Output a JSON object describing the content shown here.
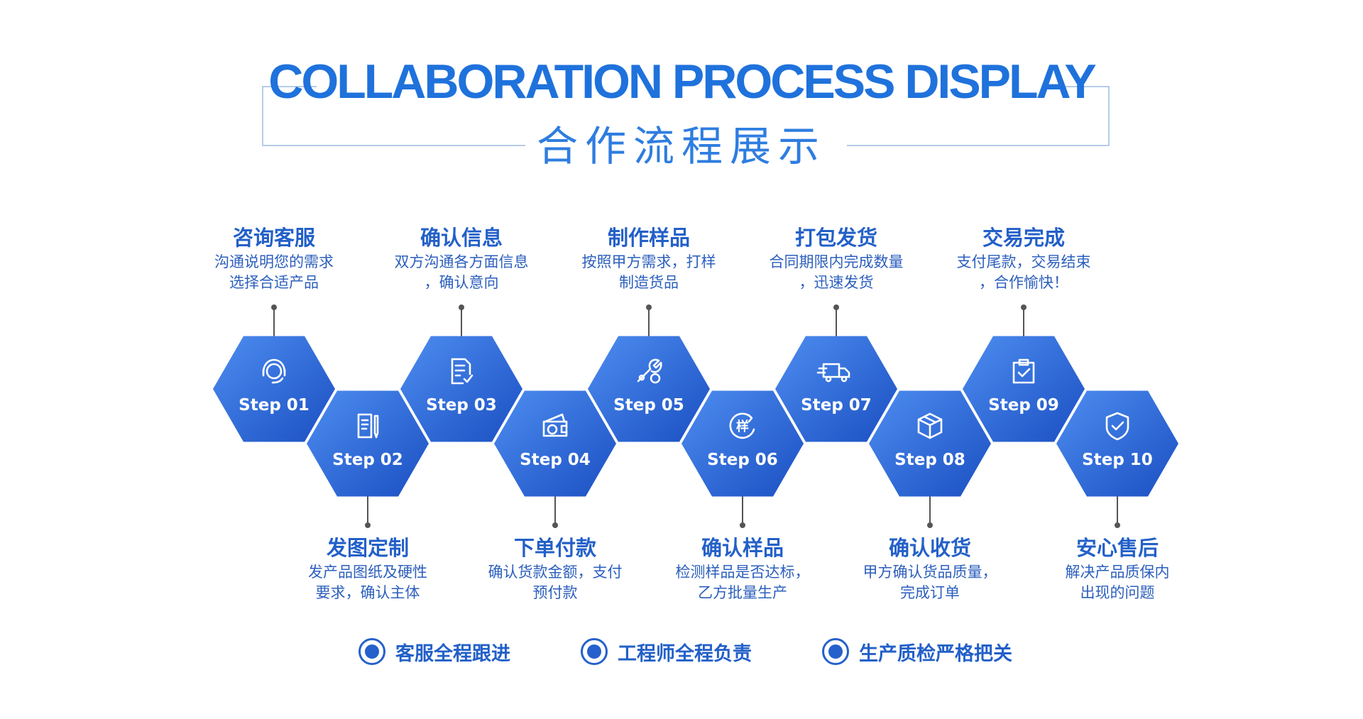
{
  "header": {
    "title_en": "COLLABORATION PROCESS DISPLAY",
    "title_cn": "合作流程展示"
  },
  "colors": {
    "primary": "#2560cc",
    "hex_light": "#4d8df0",
    "hex_dark": "#1b4fc2",
    "frame_line": "#9dbbe3",
    "connector": "#555555"
  },
  "steps": [
    {
      "label": "Step 01",
      "title": "咨询客服",
      "desc": "沟通说明您的需求\n选择合适产品",
      "icon": "customer-service-headset-icon"
    },
    {
      "label": "Step 02",
      "title": "发图定制",
      "desc": "发产品图纸及硬性\n要求，确认主体",
      "icon": "document-pen-icon"
    },
    {
      "label": "Step 03",
      "title": "确认信息",
      "desc": "双方沟通各方面信息\n，确认意向",
      "icon": "document-check-icon"
    },
    {
      "label": "Step 04",
      "title": "下单付款",
      "desc": "确认货款金额，支付\n预付款",
      "icon": "wallet-icon"
    },
    {
      "label": "Step 05",
      "title": "制作样品",
      "desc": "按照甲方需求，打样\n制造货品",
      "icon": "wrench-icon"
    },
    {
      "label": "Step 06",
      "title": "确认样品",
      "desc": "检测样品是否达标，\n乙方批量生产",
      "icon": "sample-refresh-icon",
      "icon_char": "样"
    },
    {
      "label": "Step 07",
      "title": "打包发货",
      "desc": "合同期限内完成数量\n，迅速发货",
      "icon": "delivery-truck-icon"
    },
    {
      "label": "Step 08",
      "title": "确认收货",
      "desc": "甲方确认货品质量，\n完成订单",
      "icon": "package-box-icon"
    },
    {
      "label": "Step 09",
      "title": "交易完成",
      "desc": "支付尾款，交易结束\n，合作愉快！",
      "icon": "clipboard-check-icon"
    },
    {
      "label": "Step 10",
      "title": "安心售后",
      "desc": "解决产品质保内\n出现的问题",
      "icon": "shield-check-icon"
    }
  ],
  "badges": [
    {
      "label": "客服全程跟进"
    },
    {
      "label": "工程师全程负责"
    },
    {
      "label": "生产质检严格把关"
    }
  ]
}
